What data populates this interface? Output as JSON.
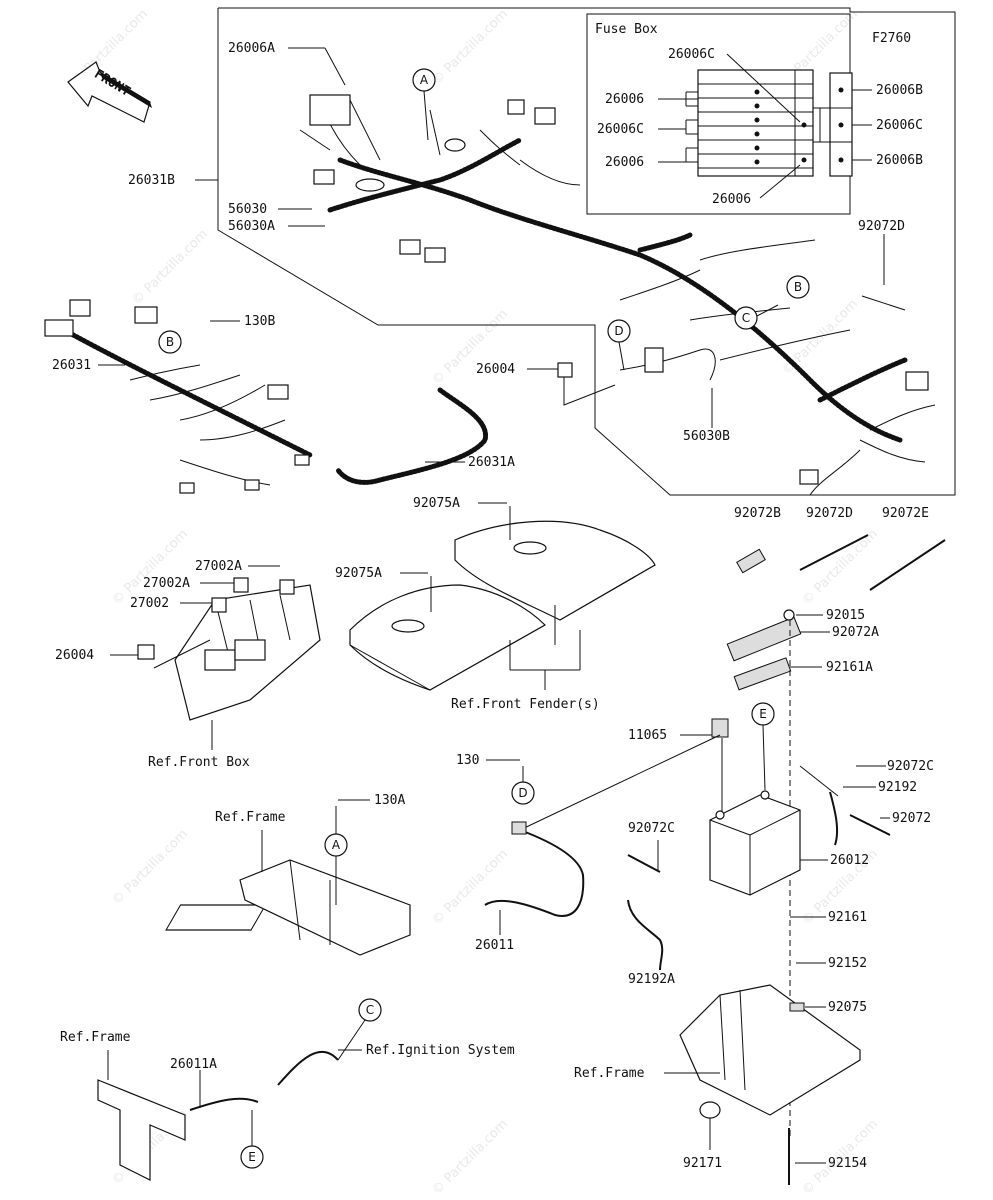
{
  "diagram_id": "F2760",
  "fuse_box_title": "Fuse Box",
  "front_label": "FRONT",
  "fuse_labels": {
    "f26006C_top": "26006C",
    "f26006_a": "26006",
    "f26006C_b": "26006C",
    "f26006_c": "26006",
    "f26006_bottom": "26006",
    "f26006B_a": "26006B",
    "f26006C_right": "26006C",
    "f26006B_b": "26006B"
  },
  "callouts": {
    "A": "A",
    "B": "B",
    "C": "C",
    "D": "D",
    "E": "E"
  },
  "labels": {
    "p26006A": "26006A",
    "p26031B": "26031B",
    "p56030": "56030",
    "p56030A": "56030A",
    "p130B": "130B",
    "p26031": "26031",
    "p26004_top": "26004",
    "p56030B": "56030B",
    "p26031A": "26031A",
    "p92072D_top": "92072D",
    "p92075A_top": "92075A",
    "p92075A_mid": "92075A",
    "p27002A_1": "27002A",
    "p27002A_2": "27002A",
    "p27002": "27002",
    "p26004_left": "26004",
    "ref_front_fender": "Ref.Front Fender(s)",
    "ref_front_box": "Ref.Front Box",
    "p92072B": "92072B",
    "p92072D_mid": "92072D",
    "p92072E": "92072E",
    "p92015": "92015",
    "p92072A": "92072A",
    "p92161A": "92161A",
    "p11065": "11065",
    "p130": "130",
    "p130A": "130A",
    "ref_frame_1": "Ref.Frame",
    "p92072C_right": "92072C",
    "p92192": "92192",
    "p92072": "92072",
    "p92072C_left": "92072C",
    "p26012": "26012",
    "p92161": "92161",
    "p26011": "26011",
    "p92192A": "92192A",
    "p92152": "92152",
    "p92075": "92075",
    "ref_frame_2": "Ref.Frame",
    "p26011A": "26011A",
    "ref_ignition": "Ref.Ignition System",
    "ref_frame_3": "Ref.Frame",
    "p92171": "92171",
    "p92154": "92154"
  },
  "watermark": "© Partzilla.com"
}
